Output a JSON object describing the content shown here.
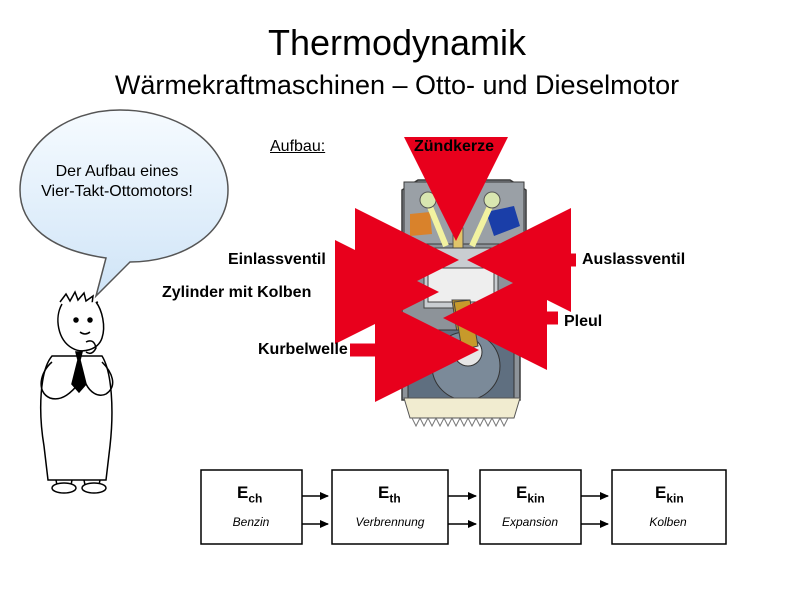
{
  "title": "Thermodynamik",
  "subtitle": "Wärmekraftmaschinen – Otto- und Dieselmotor",
  "aufbau_label": "Aufbau:",
  "speech_bubble": {
    "line1": "Der Aufbau eines",
    "line2": "Vier-Takt-Ottomotors!"
  },
  "engine_labels": {
    "zuendkerze": "Zündkerze",
    "einlassventil": "Einlassventil",
    "auslassventil": "Auslassventil",
    "zylinder": "Zylinder mit Kolben",
    "pleul": "Pleul",
    "kurbelwelle": "Kurbelwelle"
  },
  "energy_chain": [
    {
      "symbol": "E",
      "sub": "ch",
      "label": "Benzin"
    },
    {
      "symbol": "E",
      "sub": "th",
      "label": "Verbrennung"
    },
    {
      "symbol": "E",
      "sub": "kin",
      "label": "Expansion"
    },
    {
      "symbol": "E",
      "sub": "kin",
      "label": "Kolben"
    }
  ],
  "colors": {
    "arrow": "#e8001c",
    "bubble_fill": "#e3f0fb",
    "piston_blue": "#1a3ea8",
    "crankcase": "#5f6f80",
    "oil_pan": "#f1ecd0"
  }
}
